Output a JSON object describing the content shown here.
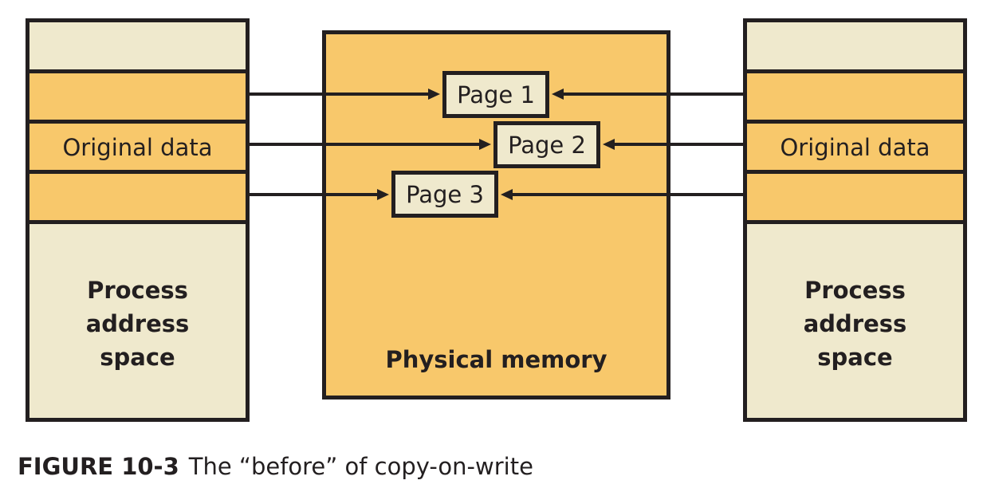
{
  "figure": {
    "caption_label": "FIGURE 10-3",
    "caption_text": "The “before” of copy-on-write"
  },
  "left_process": {
    "rows": [
      "",
      "",
      "Original data",
      ""
    ],
    "label": "Process\naddress\nspace"
  },
  "right_process": {
    "rows": [
      "",
      "",
      "Original data",
      ""
    ],
    "label": "Process\naddress\nspace"
  },
  "physical_memory": {
    "label": "Physical memory",
    "pages": [
      "Page 1",
      "Page 2",
      "Page 3"
    ]
  },
  "colors": {
    "orange": "#f8c86b",
    "beige": "#efe9cd",
    "ink": "#231f20"
  }
}
